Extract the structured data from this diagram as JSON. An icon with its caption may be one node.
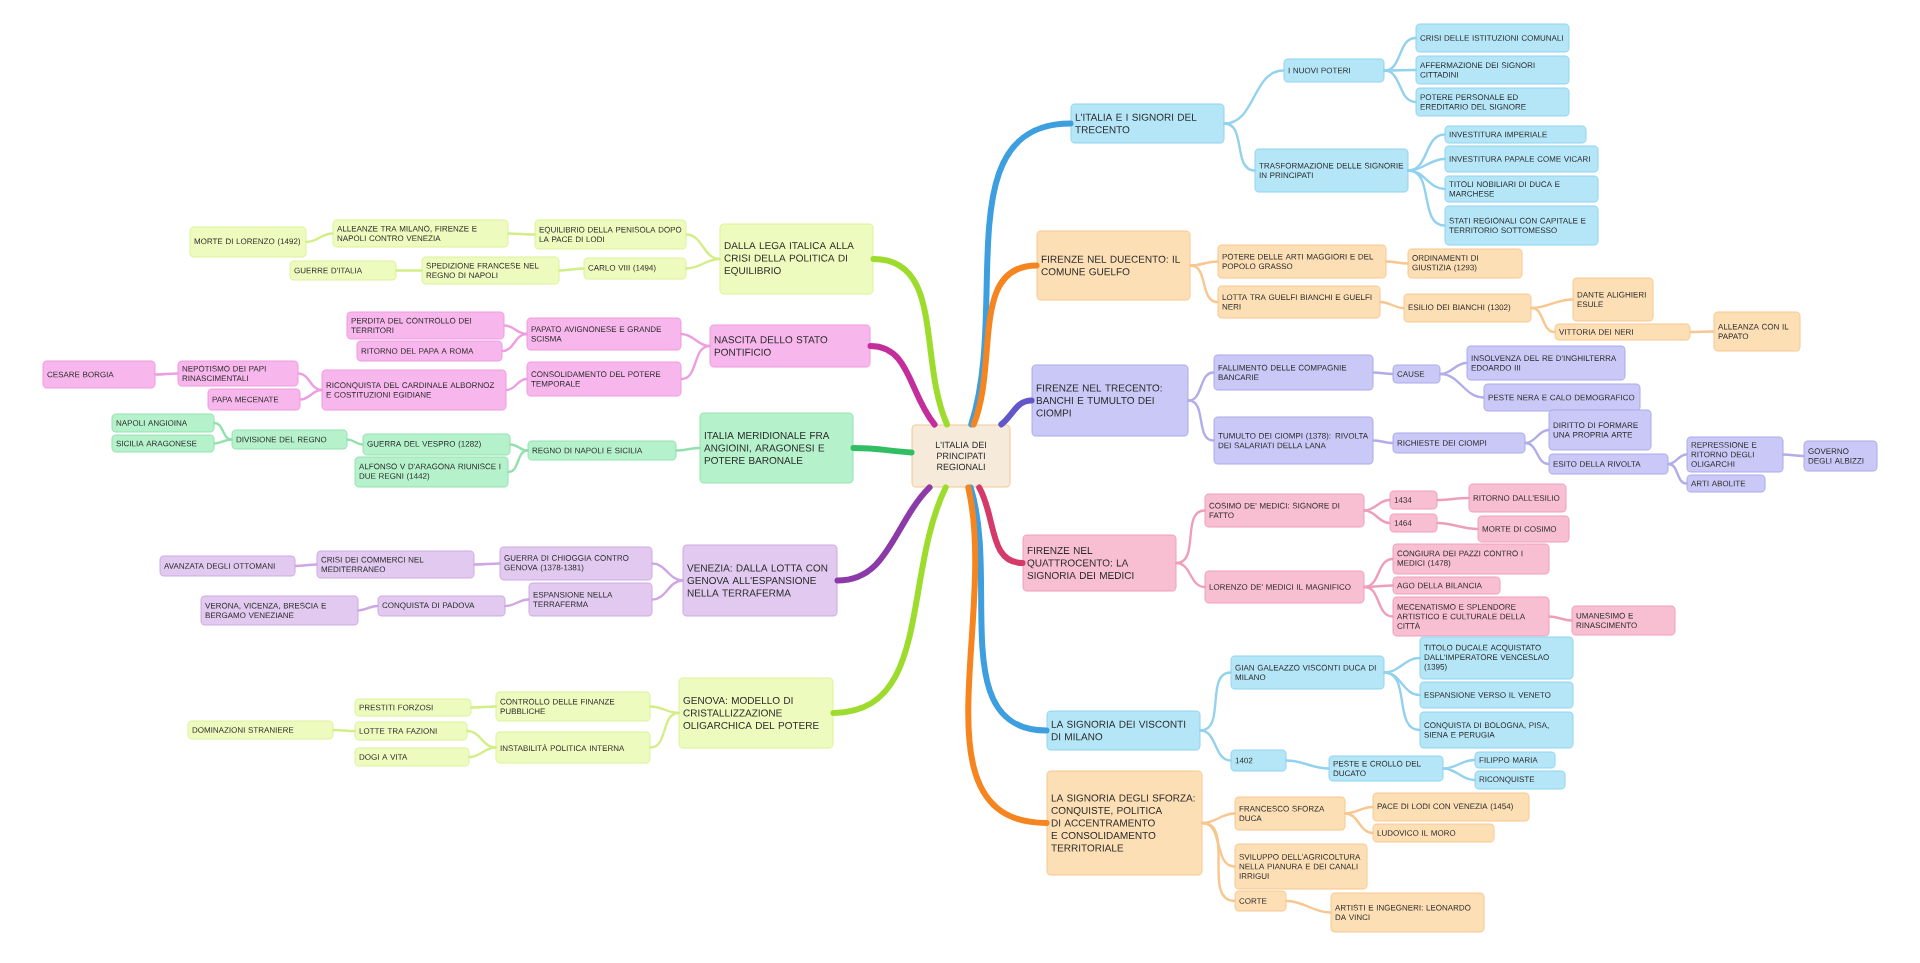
{
  "diagram": {
    "nodes": [
      {
        "text": [
          "L'ITALIA DEI PRINCIPATI REGIONALI"
        ]
      },
      {
        "text": [
          "L'ITALIA E I SIGNORI DEL TRECENTO"
        ]
      },
      {
        "text": [
          "I NUOVI POTERI"
        ]
      },
      {
        "text": [
          "CRISI DELLE ISTITUZIONI COMUNALI"
        ]
      },
      {
        "text": [
          "AFFERMAZIONE DEI SIGNORI CITTADINI"
        ]
      },
      {
        "text": [
          "POTERE PERSONALE ED EREDITARIO DEL SIGNORE"
        ]
      },
      {
        "text": [
          "TRASFORMAZIONE DELLE SIGNORIE IN PRINCIPATI"
        ]
      },
      {
        "text": [
          "INVESTITURA IMPERIALE"
        ]
      },
      {
        "text": [
          "INVESTITURA PAPALE COME VICARI"
        ]
      },
      {
        "text": [
          "TITOLI NOBILIARI DI DUCA E MARCHESE"
        ]
      },
      {
        "text": [
          "STATI REGIONALI CON CAPITALE E TERRITORIO SOTTOMESSO"
        ]
      },
      {
        "text": [
          "FIRENZE NEL DUECENTO: IL COMUNE GUELFO"
        ]
      },
      {
        "text": [
          "POTERE DELLE ARTI MAGGIORI E DEL POPOLO GRASSO"
        ]
      },
      {
        "text": [
          "ORDINAMENTI DI GIUSTIZIA (1293)"
        ]
      },
      {
        "text": [
          "LOTTA TRA GUELFI BIANCHI E GUELFI NERI"
        ]
      },
      {
        "text": [
          "ESILIO DEI BIANCHI (1302)"
        ]
      },
      {
        "text": [
          "DANTE ALIGHIERI ESULE"
        ]
      },
      {
        "text": [
          "VITTORIA DEI NERI"
        ]
      },
      {
        "text": [
          "ALLEANZA CON IL PAPATO"
        ]
      },
      {
        "text": [
          "FIRENZE NEL TRECENTO: BANCHI E TUMULTO DEI CIOMPI"
        ]
      },
      {
        "text": [
          "FALLIMENTO DELLE COMPAGNIE BANCARIE"
        ]
      },
      {
        "text": [
          "CAUSE"
        ]
      },
      {
        "text": [
          "INSOLVENZA DEL RE D'INGHILTERRA EDOARDO III"
        ]
      },
      {
        "text": [
          "PESTE NERA E CALO DEMOGRAFICO"
        ]
      },
      {
        "text": [
          "TUMULTO DEI CIOMPI (1378): RIVOLTA DEI SALARIATI DELLA LANA"
        ]
      },
      {
        "text": [
          "RICHIESTE DEI CIOMPI"
        ]
      },
      {
        "text": [
          "DIRITTO DI FORMARE UNA PROPRIA ARTE"
        ]
      },
      {
        "text": [
          "ESITO DELLA RIVOLTA"
        ]
      },
      {
        "text": [
          "REPRESSIONE E RITORNO DEGLI OLIGARCHI"
        ]
      },
      {
        "text": [
          "GOVERNO DEGLI ALBIZZI"
        ]
      },
      {
        "text": [
          "ARTI ABOLITE"
        ]
      },
      {
        "text": [
          "FIRENZE NEL QUATTROCENTO: LA SIGNORIA DEI MEDICI"
        ]
      },
      {
        "text": [
          "COSIMO DE' MEDICI: SIGNORE DI FATTO"
        ]
      },
      {
        "text": [
          "1434"
        ]
      },
      {
        "text": [
          "RITORNO DALL'ESILIO"
        ]
      },
      {
        "text": [
          "1464"
        ]
      },
      {
        "text": [
          "MORTE DI COSIMO"
        ]
      },
      {
        "text": [
          "LORENZO DE' MEDICI IL MAGNIFICO"
        ]
      },
      {
        "text": [
          "CONGIURA DEI PAZZI CONTRO I MEDICI (1478)"
        ]
      },
      {
        "text": [
          "AGO DELLA BILANCIA"
        ]
      },
      {
        "text": [
          "MECENATISMO E SPLENDORE ARTISTICO E CULTURALE DELLA CITTÀ"
        ]
      },
      {
        "text": [
          "UMANESIMO E RINASCIMENTO"
        ]
      },
      {
        "text": [
          "LA SIGNORIA DEI VISCONTI DI MILANO"
        ]
      },
      {
        "text": [
          "GIAN GALEAZZO VISCONTI DUCA DI MILANO"
        ]
      },
      {
        "text": [
          "TITOLO DUCALE ACQUISTATO DALL'IMPERATORE VENCESLAO (1395)"
        ]
      },
      {
        "text": [
          "ESPANSIONE VERSO IL VENETO"
        ]
      },
      {
        "text": [
          "CONQUISTA DI BOLOGNA, PISA, SIENA E PERUGIA"
        ]
      },
      {
        "text": [
          "1402"
        ]
      },
      {
        "text": [
          "PESTE E CROLLO DEL DUCATO"
        ]
      },
      {
        "text": [
          "FILIPPO MARIA"
        ]
      },
      {
        "text": [
          "RICONQUISTE"
        ]
      },
      {
        "text": [
          "LA SIGNORIA DEGLI SFORZA: CONQUISTE, POLITICA DI ACCENTRAMENTO E CONSOLIDAMENTO TERRITORIALE"
        ]
      },
      {
        "text": [
          "FRANCESCO SFORZA DUCA"
        ]
      },
      {
        "text": [
          "PACE DI LODI CON VENEZIA (1454)"
        ]
      },
      {
        "text": [
          "LUDOVICO IL MORO"
        ]
      },
      {
        "text": [
          "SVILUPPO DELL'AGRICOLTURA NELLA PIANURA E DEI CANALI IRRIGUI"
        ]
      },
      {
        "text": [
          "CORTE"
        ]
      },
      {
        "text": [
          "ARTISTI E INGEGNERI: LEONARDO DA VINCI"
        ]
      },
      {
        "text": [
          "DALLA LEGA ITALICA ALLA CRISI DELLA POLITICA DI EQUILIBRIO"
        ]
      },
      {
        "text": [
          "EQUILIBRIO DELLA PENISOLA DOPO LA PACE DI LODI"
        ]
      },
      {
        "text": [
          "ALLEANZE TRA MILANO, FIRENZE E NAPOLI CONTRO VENEZIA"
        ]
      },
      {
        "text": [
          "MORTE DI LORENZO (1492)"
        ]
      },
      {
        "text": [
          "CARLO VIII (1494)"
        ]
      },
      {
        "text": [
          "SPEDIZIONE FRANCESE NEL REGNO DI NAPOLI"
        ]
      },
      {
        "text": [
          "GUERRE D'ITALIA"
        ]
      },
      {
        "text": [
          "NASCITA DELLO STATO PONTIFICIO"
        ]
      },
      {
        "text": [
          "PAPATO AVIGNONESE E GRANDE SCISMA"
        ]
      },
      {
        "text": [
          "PERDITA DEL CONTROLLO DEI TERRITORI"
        ]
      },
      {
        "text": [
          "RITORNO DEL PAPA A ROMA"
        ]
      },
      {
        "text": [
          "CONSOLIDAMENTO DEL POTERE TEMPORALE"
        ]
      },
      {
        "text": [
          "RICONQUISTA DEL CARDINALE ALBORNOZ E COSTITUZIONI EGIDIANE"
        ]
      },
      {
        "text": [
          "NEPOTISMO DEI PAPI RINASCIMENTALI"
        ]
      },
      {
        "text": [
          "CESARE BORGIA"
        ]
      },
      {
        "text": [
          "PAPA MECENATE"
        ]
      },
      {
        "text": [
          "ITALIA MERIDIONALE FRA ANGIOINI, ARAGONESI E POTERE BARONALE"
        ]
      },
      {
        "text": [
          "REGNO DI NAPOLI E SICILIA"
        ]
      },
      {
        "text": [
          "GUERRA DEL VESPRO (1282)"
        ]
      },
      {
        "text": [
          "DIVISIONE DEL REGNO"
        ]
      },
      {
        "text": [
          "NAPOLI ANGIOINA"
        ]
      },
      {
        "text": [
          "SICILIA ARAGONESE"
        ]
      },
      {
        "text": [
          "ALFONSO V D'ARAGONA RIUNISCE I DUE REGNI (1442)"
        ]
      },
      {
        "text": [
          "VENEZIA: DALLA LOTTA CON GENOVA ALL'ESPANSIONE NELLA TERRAFERMA"
        ]
      },
      {
        "text": [
          "GUERRA DI CHIOGGIA CONTRO GENOVA (1378-1381)"
        ]
      },
      {
        "text": [
          "CRISI DEI COMMERCI NEL MEDITERRANEO"
        ]
      },
      {
        "text": [
          "AVANZATA DEGLI OTTOMANI"
        ]
      },
      {
        "text": [
          "ESPANSIONE NELLA TERRAFERMA"
        ]
      },
      {
        "text": [
          "CONQUISTA DI PADOVA"
        ]
      },
      {
        "text": [
          "VERONA, VICENZA, BRESCIA E BERGAMO VENEZIANE"
        ]
      },
      {
        "text": [
          "GENOVA: MODELLO DI CRISTALLIZZAZIONE OLIGARCHICA DEL POTERE"
        ]
      },
      {
        "text": [
          "CONTROLLO DELLE FINANZE PUBBLICHE"
        ]
      },
      {
        "text": [
          "PRESTITI FORZOSI"
        ]
      },
      {
        "text": [
          "INSTABILITÀ POLITICA INTERNA"
        ]
      },
      {
        "text": [
          "LOTTE TRA FAZIONI"
        ]
      },
      {
        "text": [
          "DOMINAZIONI STRANIERE"
        ]
      },
      {
        "text": [
          "DOGI A VITA"
        ]
      }
    ],
    "edges": [
      {
        "from": 0,
        "to": 1,
        "arrow": "none",
        "style": "thick",
        "color": "#3d9ee0"
      },
      {
        "from": 0,
        "to": 11,
        "arrow": "none",
        "style": "thick",
        "color": "#f6841f"
      },
      {
        "from": 0,
        "to": 19,
        "arrow": "none",
        "style": "thick",
        "color": "#6256c9"
      },
      {
        "from": 0,
        "to": 31,
        "arrow": "none",
        "style": "thick",
        "color": "#d43a6a"
      },
      {
        "from": 0,
        "to": 42,
        "arrow": "none",
        "style": "thick",
        "color": "#3d9ee0"
      },
      {
        "from": 0,
        "to": 51,
        "arrow": "none",
        "style": "thick",
        "color": "#f6841f"
      },
      {
        "from": 0,
        "to": 58,
        "arrow": "none",
        "style": "thick",
        "color": "#9ddc2c"
      },
      {
        "from": 0,
        "to": 65,
        "arrow": "none",
        "style": "thick",
        "color": "#c42d9c"
      },
      {
        "from": 0,
        "to": 74,
        "arrow": "none",
        "style": "thick",
        "color": "#2fbf62"
      },
      {
        "from": 0,
        "to": 81,
        "arrow": "none",
        "style": "thick",
        "color": "#8c3aa8"
      },
      {
        "from": 0,
        "to": 88,
        "arrow": "none",
        "style": "thick",
        "color": "#9ddc2c"
      },
      {
        "from": 1,
        "to": 2,
        "arrow": "none",
        "color": "#93d2ee"
      },
      {
        "from": 2,
        "to": 3,
        "arrow": "none",
        "color": "#93d2ee"
      },
      {
        "from": 2,
        "to": 4,
        "arrow": "none",
        "color": "#93d2ee"
      },
      {
        "from": 2,
        "to": 5,
        "arrow": "none",
        "color": "#93d2ee"
      },
      {
        "from": 1,
        "to": 6,
        "arrow": "none",
        "color": "#93d2ee"
      },
      {
        "from": 6,
        "to": 7,
        "arrow": "none",
        "color": "#93d2ee"
      },
      {
        "from": 6,
        "to": 8,
        "arrow": "none",
        "color": "#93d2ee"
      },
      {
        "from": 6,
        "to": 9,
        "arrow": "none",
        "color": "#93d2ee"
      },
      {
        "from": 6,
        "to": 10,
        "arrow": "none",
        "color": "#93d2ee"
      },
      {
        "from": 11,
        "to": 12,
        "arrow": "none",
        "color": "#f9c68f"
      },
      {
        "from": 12,
        "to": 13,
        "arrow": "none",
        "color": "#f9c68f"
      },
      {
        "from": 11,
        "to": 14,
        "arrow": "none",
        "color": "#f9c68f"
      },
      {
        "from": 14,
        "to": 15,
        "arrow": "none",
        "color": "#f9c68f"
      },
      {
        "from": 15,
        "to": 16,
        "arrow": "none",
        "color": "#f9c68f"
      },
      {
        "from": 15,
        "to": 17,
        "arrow": "none",
        "color": "#f9c68f"
      },
      {
        "from": 17,
        "to": 18,
        "arrow": "none",
        "color": "#f9c68f"
      },
      {
        "from": 19,
        "to": 20,
        "arrow": "none",
        "color": "#b1ade8"
      },
      {
        "from": 20,
        "to": 21,
        "arrow": "none",
        "color": "#b1ade8"
      },
      {
        "from": 21,
        "to": 22,
        "arrow": "none",
        "color": "#b1ade8"
      },
      {
        "from": 21,
        "to": 23,
        "arrow": "none",
        "color": "#b1ade8"
      },
      {
        "from": 19,
        "to": 24,
        "arrow": "none",
        "color": "#b1ade8"
      },
      {
        "from": 24,
        "to": 25,
        "arrow": "none",
        "color": "#b1ade8"
      },
      {
        "from": 25,
        "to": 26,
        "arrow": "none",
        "color": "#b1ade8"
      },
      {
        "from": 25,
        "to": 27,
        "arrow": "none",
        "color": "#b1ade8"
      },
      {
        "from": 27,
        "to": 28,
        "arrow": "none",
        "color": "#b1ade8"
      },
      {
        "from": 28,
        "to": 29,
        "arrow": "none",
        "color": "#b1ade8"
      },
      {
        "from": 27,
        "to": 30,
        "arrow": "none",
        "color": "#b1ade8"
      },
      {
        "from": 31,
        "to": 32,
        "arrow": "none",
        "color": "#ef9eb8"
      },
      {
        "from": 32,
        "to": 33,
        "arrow": "none",
        "color": "#ef9eb8"
      },
      {
        "from": 33,
        "to": 34,
        "arrow": "none",
        "color": "#ef9eb8"
      },
      {
        "from": 32,
        "to": 35,
        "arrow": "none",
        "color": "#ef9eb8"
      },
      {
        "from": 35,
        "to": 36,
        "arrow": "none",
        "color": "#ef9eb8"
      },
      {
        "from": 31,
        "to": 37,
        "arrow": "none",
        "color": "#ef9eb8"
      },
      {
        "from": 37,
        "to": 38,
        "arrow": "none",
        "color": "#ef9eb8"
      },
      {
        "from": 37,
        "to": 39,
        "arrow": "none",
        "color": "#ef9eb8"
      },
      {
        "from": 37,
        "to": 40,
        "arrow": "none",
        "color": "#ef9eb8"
      },
      {
        "from": 40,
        "to": 41,
        "arrow": "none",
        "color": "#ef9eb8"
      },
      {
        "from": 42,
        "to": 43,
        "arrow": "none",
        "color": "#93d2ee"
      },
      {
        "from": 43,
        "to": 44,
        "arrow": "none",
        "color": "#93d2ee"
      },
      {
        "from": 43,
        "to": 45,
        "arrow": "none",
        "color": "#93d2ee"
      },
      {
        "from": 43,
        "to": 46,
        "arrow": "none",
        "color": "#93d2ee"
      },
      {
        "from": 42,
        "to": 47,
        "arrow": "none",
        "color": "#93d2ee"
      },
      {
        "from": 47,
        "to": 48,
        "arrow": "none",
        "color": "#93d2ee"
      },
      {
        "from": 48,
        "to": 49,
        "arrow": "none",
        "color": "#93d2ee"
      },
      {
        "from": 48,
        "to": 50,
        "arrow": "none",
        "color": "#93d2ee"
      },
      {
        "from": 51,
        "to": 52,
        "arrow": "none",
        "color": "#f9c68f"
      },
      {
        "from": 52,
        "to": 53,
        "arrow": "none",
        "color": "#f9c68f"
      },
      {
        "from": 52,
        "to": 54,
        "arrow": "none",
        "color": "#f9c68f"
      },
      {
        "from": 51,
        "to": 55,
        "arrow": "none",
        "color": "#f9c68f"
      },
      {
        "from": 51,
        "to": 56,
        "arrow": "none",
        "color": "#f9c68f"
      },
      {
        "from": 56,
        "to": 57,
        "arrow": "none",
        "color": "#f9c68f"
      },
      {
        "from": 58,
        "to": 59,
        "arrow": "none",
        "color": "#d2ee86"
      },
      {
        "from": 59,
        "to": 60,
        "arrow": "none",
        "color": "#d2ee86"
      },
      {
        "from": 60,
        "to": 61,
        "arrow": "none",
        "color": "#d2ee86"
      },
      {
        "from": 58,
        "to": 62,
        "arrow": "none",
        "color": "#d2ee86"
      },
      {
        "from": 62,
        "to": 63,
        "arrow": "none",
        "color": "#d2ee86"
      },
      {
        "from": 63,
        "to": 64,
        "arrow": "none",
        "color": "#d2ee86"
      },
      {
        "from": 65,
        "to": 66,
        "arrow": "none",
        "color": "#ee9ee0"
      },
      {
        "from": 66,
        "to": 67,
        "arrow": "none",
        "color": "#ee9ee0"
      },
      {
        "from": 66,
        "to": 68,
        "arrow": "none",
        "color": "#ee9ee0"
      },
      {
        "from": 65,
        "to": 69,
        "arrow": "none",
        "color": "#ee9ee0"
      },
      {
        "from": 69,
        "to": 70,
        "arrow": "none",
        "color": "#ee9ee0"
      },
      {
        "from": 70,
        "to": 71,
        "arrow": "none",
        "color": "#ee9ee0"
      },
      {
        "from": 71,
        "to": 72,
        "arrow": "none",
        "color": "#ee9ee0"
      },
      {
        "from": 70,
        "to": 73,
        "arrow": "none",
        "color": "#ee9ee0"
      },
      {
        "from": 74,
        "to": 75,
        "arrow": "none",
        "color": "#93e0ae"
      },
      {
        "from": 75,
        "to": 76,
        "arrow": "none",
        "color": "#93e0ae"
      },
      {
        "from": 76,
        "to": 77,
        "arrow": "none",
        "color": "#93e0ae"
      },
      {
        "from": 77,
        "to": 78,
        "arrow": "none",
        "color": "#93e0ae"
      },
      {
        "from": 77,
        "to": 79,
        "arrow": "none",
        "color": "#93e0ae"
      },
      {
        "from": 75,
        "to": 80,
        "arrow": "none",
        "color": "#93e0ae"
      },
      {
        "from": 81,
        "to": 82,
        "arrow": "none",
        "color": "#cfa6e3"
      },
      {
        "from": 82,
        "to": 83,
        "arrow": "none",
        "color": "#cfa6e3"
      },
      {
        "from": 83,
        "to": 84,
        "arrow": "none",
        "color": "#cfa6e3"
      },
      {
        "from": 81,
        "to": 85,
        "arrow": "none",
        "color": "#cfa6e3"
      },
      {
        "from": 85,
        "to": 86,
        "arrow": "none",
        "color": "#cfa6e3"
      },
      {
        "from": 86,
        "to": 87,
        "arrow": "none",
        "color": "#cfa6e3"
      },
      {
        "from": 88,
        "to": 89,
        "arrow": "none",
        "color": "#d2ee86"
      },
      {
        "from": 89,
        "to": 90,
        "arrow": "none",
        "color": "#d2ee86"
      },
      {
        "from": 88,
        "to": 91,
        "arrow": "none",
        "color": "#d2ee86"
      },
      {
        "from": 91,
        "to": 92,
        "arrow": "none",
        "color": "#d2ee86"
      },
      {
        "from": 92,
        "to": 93,
        "arrow": "none",
        "color": "#d2ee86"
      },
      {
        "from": 91,
        "to": 94,
        "arrow": "none",
        "color": "#d2ee86"
      }
    ]
  }
}
